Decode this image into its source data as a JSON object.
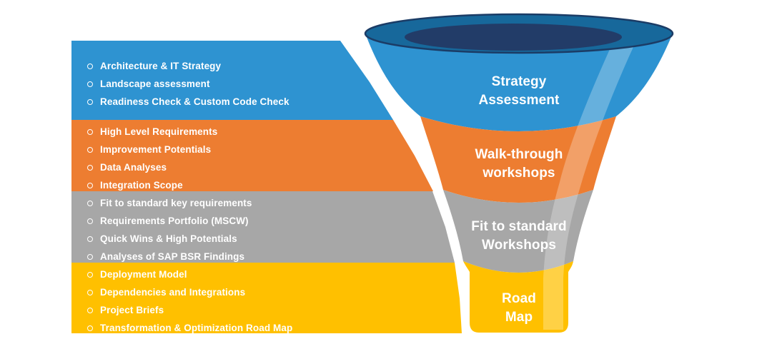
{
  "colors": {
    "blue": "#2E93D1",
    "orange": "#ED7D31",
    "gray": "#A7A7A7",
    "yellow": "#FFC000",
    "rim": "#17689B",
    "rim_edge": "#1B3C66",
    "rim_inner": "#223C68",
    "text": "#FFFFFF"
  },
  "bands": [
    {
      "stage": "strategy-assessment",
      "color": "blue",
      "items": [
        "Architecture & IT Strategy",
        "Landscape assessment",
        "Readiness Check & Custom Code Check"
      ]
    },
    {
      "stage": "walk-through-workshops",
      "color": "orange",
      "items": [
        "High Level Requirements",
        "Improvement Potentials",
        "Data Analyses",
        "Integration Scope"
      ]
    },
    {
      "stage": "fit-to-standard-workshops",
      "color": "gray",
      "items": [
        "Fit to standard key requirements",
        "Requirements Portfolio (MSCW)",
        "Quick Wins & High Potentials",
        "Analyses of SAP BSR Findings"
      ]
    },
    {
      "stage": "road-map",
      "color": "yellow",
      "items": [
        "Deployment Model",
        "Dependencies and Integrations",
        "Project Briefs",
        "Transformation & Optimization Road Map"
      ]
    }
  ],
  "funnel": {
    "stages": [
      {
        "label": "Strategy Assessment"
      },
      {
        "label": "Walk-through workshops"
      },
      {
        "label": "Fit to standard Workshops"
      },
      {
        "label": "Road Map"
      }
    ]
  }
}
